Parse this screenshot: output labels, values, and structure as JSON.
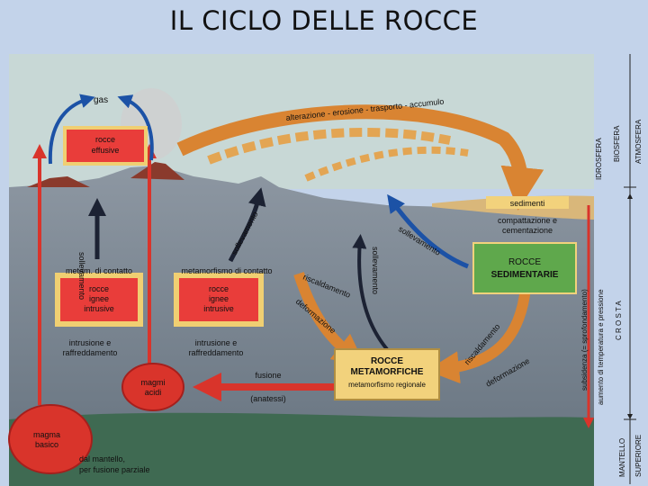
{
  "slide": {
    "title": "IL CICLO DELLE ROCCE"
  },
  "diagram": {
    "labels": {
      "gas": "gas",
      "rocce_effusive_1": "rocce",
      "rocce_effusive_2": "effusive",
      "sollevamento_left": "sollevamento",
      "sollevamento_center": "sollevamento",
      "sollevamento_right": "sollevamento",
      "sollevamento_mid": "sollevamento",
      "weathering_arc": "alterazione - erosione - trasporto - accumulo",
      "sedimenti": "sedimenti",
      "compattazione_1": "compattazione e",
      "compattazione_2": "cementazione",
      "rocce_sedimentarie_1": "ROCCE",
      "rocce_sedimentarie_2": "SEDIMENTARIE",
      "metam_contatto_left": "metam. di contatto",
      "metam_contatto_right": "metamorfismo di contatto",
      "rocce_ignee_1": "rocce",
      "rocce_ignee_2": "ignee",
      "rocce_ignee_3": "intrusive",
      "riscaldamento_1": "riscaldamento",
      "deformazione_1": "deformazione",
      "riscaldamento_2": "riscaldamento",
      "deformazione_2": "deformazione",
      "intrusione_1": "intrusione e",
      "intrusione_2": "raffreddamento",
      "rocce_metamorfiche_1": "ROCCE",
      "rocce_metamorfiche_2": "METAMORFICHE",
      "metamorfismo_regionale": "metamorfismo regionale",
      "fusione": "fusione",
      "anatessi": "(anatessi)",
      "magmi_acidi_1": "magmi",
      "magmi_acidi_2": "acidi",
      "magma_basico_1": "magma",
      "magma_basico_2": "basico",
      "mantle_origin_1": "dal mantello,",
      "mantle_origin_2": "per fusione parziale",
      "subsidenza": "subsidenza (= sprofondamento)",
      "aumento": "aumento di temperatura e pressione",
      "idrosfera": "IDROSFERA",
      "biosfera": "BIOSFERA",
      "atmosfera": "ATMOSFERA",
      "crosta": "C R O S T A",
      "mantello_1": "MANTELLO",
      "mantello_2": "SUPERIORE"
    },
    "colors": {
      "sky": "#c8d8d6",
      "earth": "#7f8a96",
      "mantle": "#3f6a52",
      "magma": "#d9342b",
      "rock_box_fill": "#e93d3a",
      "rock_box_outer": "#f0cf72",
      "sedimentary_fill": "#5fa84c",
      "metamorphic_fill": "#f2d27c",
      "arrow_blue": "#1c52a6",
      "arrow_orange": "#d98432",
      "arrow_dark": "#1c2233"
    }
  }
}
